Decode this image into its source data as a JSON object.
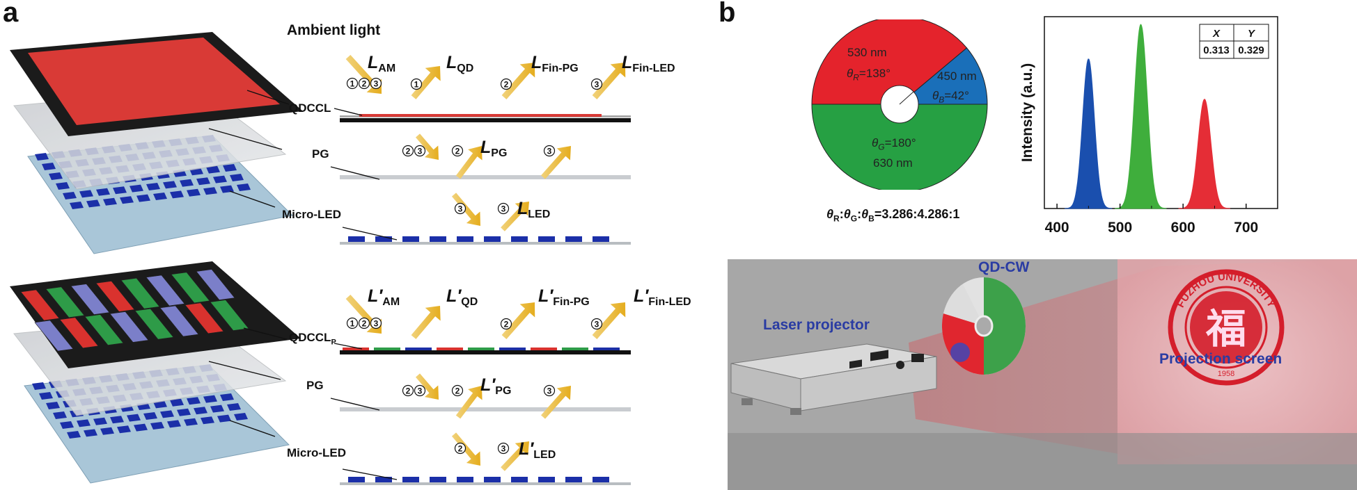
{
  "panel_a": {
    "letter": "a",
    "ambient_title": "Ambient light",
    "top": {
      "layer_labels": {
        "qdccl": "QDCCL",
        "pg": "PG",
        "micro_led": "Micro-LED"
      },
      "L_AM": {
        "L": "L",
        "sub": "AM"
      },
      "L_QD": {
        "L": "L",
        "sub": "QD"
      },
      "L_FinPG": {
        "L": "L",
        "sub": "Fin",
        "suffix": "-PG"
      },
      "L_FinLED": {
        "L": "L",
        "sub": "Fin",
        "suffix": "-LED"
      },
      "L_PG": {
        "L": "L",
        "sub": "PG"
      },
      "L_LED": {
        "L": "L",
        "sub": "LED"
      }
    },
    "bottom": {
      "layer_labels": {
        "qdccl": "QDCCL",
        "qdccl_sub": "P",
        "pg": "PG",
        "micro_led": "Micro-LED"
      },
      "L_AM": {
        "L": "L′",
        "sub": "AM"
      },
      "L_QD": {
        "L": "L′",
        "sub": "QD"
      },
      "L_FinPG": {
        "L": "L′",
        "sub": "Fin",
        "suffix": "-PG"
      },
      "L_FinLED": {
        "L": "L′",
        "sub": "Fin",
        "suffix": "-LED"
      },
      "L_PG": {
        "L": "L′",
        "sub": "PG"
      },
      "L_LED": {
        "L": "L′",
        "sub": "LED"
      }
    },
    "circled": {
      "one": "1",
      "two": "2",
      "three": "3"
    },
    "colors": {
      "arrow": "#e8b830",
      "red": "#d9322e",
      "green": "#2e9b48",
      "blue": "#1c2fa5",
      "violet": "#7b7fc9"
    }
  },
  "panel_b": {
    "letter": "b",
    "pie": {
      "red": {
        "label": "530 nm",
        "theta": "θ",
        "sub": "R",
        "value": "=138°",
        "color": "#e4232c",
        "angle_deg": 138
      },
      "blue": {
        "label": "450 nm",
        "theta": "θ",
        "sub": "B",
        "value": "=42°",
        "color": "#1a6fb9",
        "angle_deg": 42
      },
      "green": {
        "label": "630 nm",
        "theta": "θ",
        "sub": "G",
        "value": "=180°",
        "color": "#26a043",
        "angle_deg": 180
      },
      "ratio": {
        "tR": "θ",
        "sR": "R",
        "tG": "θ",
        "sG": "G",
        "tB": "θ",
        "sB": "B",
        "value": "=3.286:4.286:1"
      }
    },
    "chart_data": {
      "type": "area",
      "ylabel": "Intensity (a.u.)",
      "xlabel": "",
      "xlim": [
        380,
        750
      ],
      "x_ticks": [
        "400",
        "500",
        "600",
        "700"
      ],
      "series": [
        {
          "center": 450,
          "peak": 0.78,
          "fwhm": 22,
          "color": "#1a4fae"
        },
        {
          "center": 533,
          "peak": 0.96,
          "fwhm": 24,
          "color": "#3fae3c"
        },
        {
          "center": 634,
          "peak": 0.57,
          "fwhm": 24,
          "color": "#e52d36"
        }
      ],
      "table": {
        "headers": [
          "X",
          "Y"
        ],
        "values": [
          "0.313",
          "0.329"
        ]
      }
    },
    "photo": {
      "qd_cw": "QD-CW",
      "laser_projector": "Laser projector",
      "projection_screen": "Projection screen",
      "logo_text": "FUZHOU UNIVERSITY",
      "logo_year": "1958"
    }
  }
}
